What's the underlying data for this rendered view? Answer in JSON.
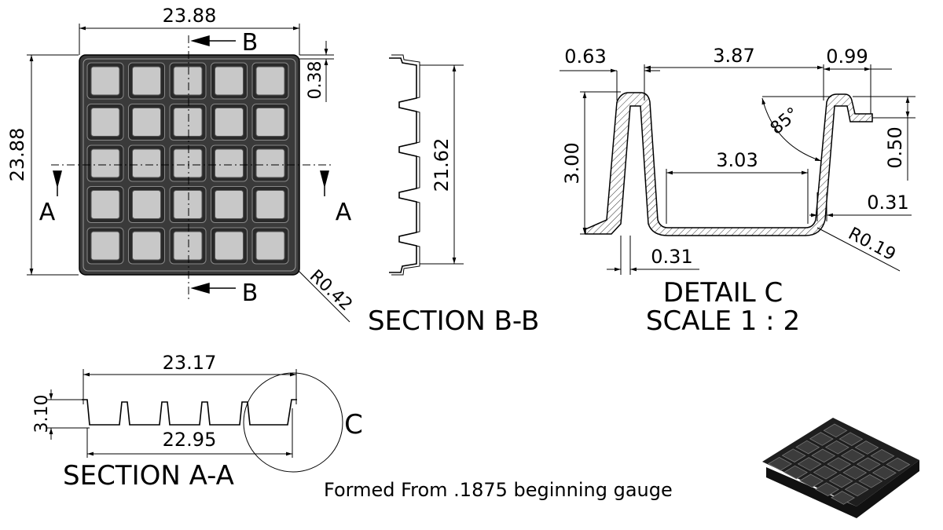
{
  "plan_view": {
    "width_dim": "23.88",
    "height_dim": "23.88",
    "lip_dim": "0.38",
    "corner_radius": "R0.42",
    "section_a_label": "A",
    "section_b_label": "B",
    "grid": {
      "rows": 5,
      "cols": 5
    },
    "tray_color": "#3a3a3a",
    "cell_color": "#c8c8c8"
  },
  "section_bb": {
    "title": "SECTION B-B",
    "height_dim": "21.62"
  },
  "detail_c": {
    "title": "DETAIL C",
    "scale": "SCALE 1 : 2",
    "dim_top_left": "0.63",
    "dim_top_mid": "3.87",
    "dim_top_right": "0.99",
    "dim_height": "3.00",
    "dim_bottom_width": "3.03",
    "dim_angle": "85°",
    "dim_lip_height": "0.50",
    "dim_wall_right": "0.31",
    "dim_wall_bottom": "0.31",
    "dim_radius": "R0.19"
  },
  "section_aa": {
    "title": "SECTION A-A",
    "dim_top": "23.17",
    "dim_bottom": "22.95",
    "dim_height": "3.10",
    "detail_label": "C"
  },
  "note": "Formed From .1875 beginning gauge",
  "iso_view": {
    "color": "#1e1e1e",
    "rows": 5,
    "cols": 5
  }
}
